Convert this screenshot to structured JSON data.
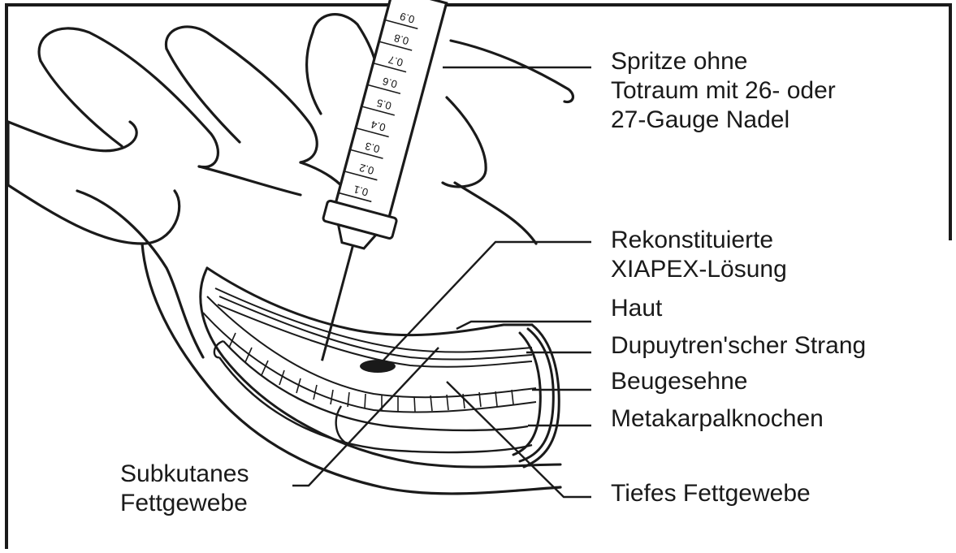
{
  "labels": {
    "syringe": [
      "Spritze ohne",
      "Totraum mit 26- oder",
      "27-Gauge Nadel"
    ],
    "solution": [
      "Rekonstituierte",
      "XIAPEX-Lösung"
    ],
    "skin": "Haut",
    "cord": "Dupuytren'scher Strang",
    "tendon": "Beugesehne",
    "bone": "Metakarpalknochen",
    "subcutaneous": [
      "Subkutanes",
      "Fettgewebe"
    ],
    "deep_fat": "Tiefes Fettgewebe"
  },
  "syringe_scale": [
    "0.1",
    "0.2",
    "0.3",
    "0.4",
    "0.5",
    "0.6",
    "0.7",
    "0.8",
    "0.9"
  ],
  "colors": {
    "ink": "#1a1a1a",
    "background": "#ffffff"
  }
}
